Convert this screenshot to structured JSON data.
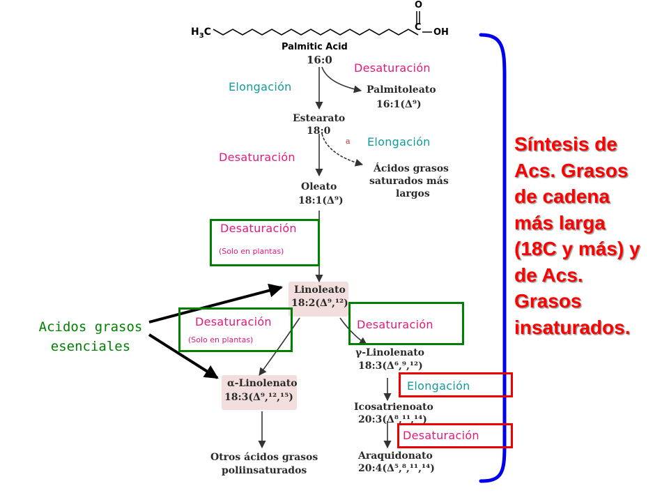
{
  "colors": {
    "desaturation": "#e0197a",
    "elongation": "#109a9a",
    "green_box": "#008000",
    "red_box": "#ee0000",
    "brace": "#0000ee",
    "summary_text": "#ff0000",
    "essential_text": "#008000"
  },
  "structure": {
    "h3c": "H3C",
    "carboxyl_o": "O",
    "carboxyl_c": "C",
    "carboxyl_oh": "OH",
    "name": "Palmitic Acid"
  },
  "compounds": {
    "palmitic": "16:0",
    "palmitoleato_name": "Palmitoleato",
    "palmitoleato_formula": "16:1(Δ⁹)",
    "estearato_name": "Estearato",
    "estearato_formula": "18:0",
    "saturados_line1": "Ácidos grasos",
    "saturados_line2": "saturados más",
    "saturados_line3": "largos",
    "oleato_name": "Oleato",
    "oleato_formula": "18:1(Δ⁹)",
    "linoleato_name": "Linoleato",
    "linoleato_formula": "18:2(Δ⁹,¹²)",
    "gamma_name": "γ-Linolenato",
    "gamma_formula": "18:3(Δ⁶,⁹,¹²)",
    "alpha_name": "α-Linolenato",
    "alpha_formula": "18:3(Δ⁹,¹²,¹⁵)",
    "icosa_name": "Icosatrienoato",
    "icosa_formula": "20:3(Δ⁸,¹¹,¹⁴)",
    "otros_line1": "Otros ácidos grasos",
    "otros_line2": "poliinsaturados",
    "araq_name": "Araquidonato",
    "araq_formula": "20:4(Δ⁵,⁸,¹¹,¹⁴)",
    "step_mark": "a"
  },
  "enzymes": {
    "desat_1": "Desaturación",
    "elong_1": "Elongación",
    "elong_2": "Elongación",
    "desat_2": "Desaturación",
    "desat_3": "Desaturación",
    "desat_3_note": "(Solo en plantas)",
    "desat_4": "Desaturación",
    "desat_4_note": "(Solo en plantas)",
    "desat_5": "Desaturación",
    "elong_3": "Elongación",
    "desat_6": "Desaturación"
  },
  "essential_label": "Acidos grasos\nesenciales",
  "summary": "Síntesis de\nAcs. Grasos\nde cadena\nmás larga\n(18C y más) y\nde Acs.\nGrasos\ninsaturados."
}
